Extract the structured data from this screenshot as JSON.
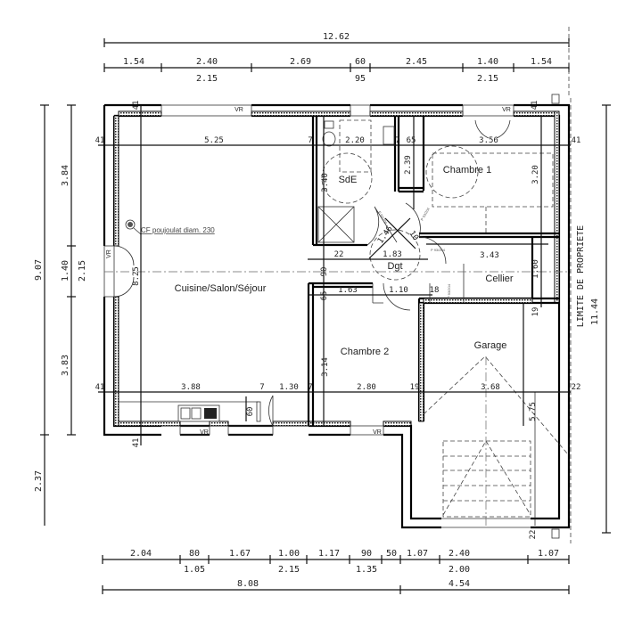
{
  "rooms": {
    "living": "Cuisine/Salon/Séjour",
    "bathroom": "SdE",
    "bedroom1": "Chambre 1",
    "hall": "Dgt",
    "storage": "Cellier",
    "bedroom2": "Chambre 2",
    "garage": "Garage"
  },
  "annotations": {
    "flue": "CF poujoulat diam. 230",
    "property_limit": "LIMITE DE PROPRIETE",
    "shutter": "VR",
    "door_tag": "P 93/204"
  },
  "dimensions": {
    "top": {
      "overall": "12.62",
      "segments": [
        "1.54",
        "2.40",
        "2.69",
        "60",
        "2.45",
        "1.40",
        "1.54"
      ],
      "openings": [
        "2.15",
        "95",
        "2.15"
      ]
    },
    "left": {
      "overall": "9.07",
      "below": "2.37",
      "segments": [
        "3.84",
        "1.40",
        "3.83"
      ],
      "opening": "2.15"
    },
    "right": {
      "overall": "11.44"
    },
    "bottom": {
      "segments": [
        "2.04",
        "80",
        "1.67",
        "1.00",
        "1.17",
        "90",
        "50",
        "1.07",
        "2.40",
        "1.07"
      ],
      "openings": [
        "1.05",
        "2.15",
        "1.35",
        "2.00"
      ],
      "overall": [
        "8.08",
        "4.54"
      ]
    },
    "interior": {
      "wall_41": "41",
      "living_width": "5.25",
      "wall_7": "7",
      "bath_width": "2.20",
      "closet_65": "65",
      "bed1_width": "3.56",
      "bath_depth": "3.40",
      "closet_depth": "2.39",
      "bed1_depth": "3.20",
      "diag_146": "1.46",
      "diag_10": "10",
      "hall_22": "22",
      "hall_width": "1.83",
      "storage_width": "3.43",
      "hall_90": "90",
      "storage_depth": "1.60",
      "wc_65": "65",
      "wc_width": "1.63",
      "hall_110": "1.10",
      "wall_18": "18",
      "wall_19": "19",
      "living_depth": "8.25",
      "bed2_depth": "3.14",
      "kitchen_width": "3.88",
      "door_130": "1.30",
      "bed2_width": "2.80",
      "garage_width": "3.68",
      "wall_22": "22",
      "counter_60": "60",
      "garage_depth": "5.75"
    }
  }
}
